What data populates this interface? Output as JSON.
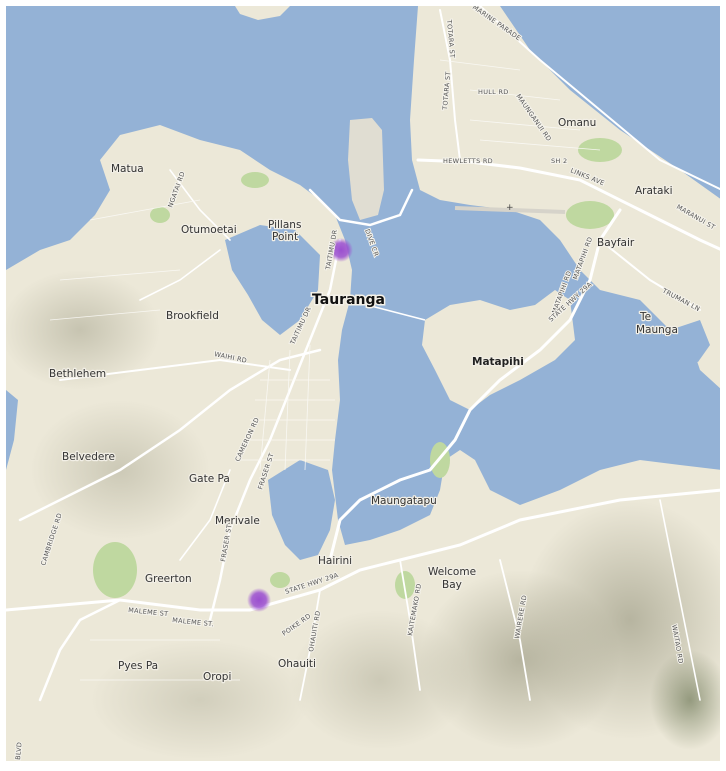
{
  "map": {
    "colors": {
      "water": "#94b2d6",
      "land": "#ece8d8",
      "park": "#bfd8a0",
      "road": "#ffffff",
      "marker": "#9b4fd0"
    },
    "city_label": "Tauranga",
    "places": {
      "matua": "Matua",
      "otumoetai": "Otumoetai",
      "pillans": "Pillans",
      "point": "Point",
      "brookfield": "Brookfield",
      "bethlehem": "Bethlehem",
      "belvedere": "Belvedere",
      "gate_pa": "Gate Pa",
      "merivale": "Merivale",
      "greerton": "Greerton",
      "hairini": "Hairini",
      "maungatapu": "Maungatapu",
      "welcome": "Welcome",
      "bay": "Bay",
      "ohauiti": "Ohauiti",
      "pyes_pa": "Pyes Pa",
      "oropi": "Oropi",
      "matapihi": "Matapihi",
      "omanu": "Omanu",
      "arataki": "Arataki",
      "bayfair": "Bayfair",
      "te": "Te",
      "maunga": "Maunga"
    },
    "roads": {
      "hull_rd": "HULL RD",
      "hewletts_rd": "HEWLETTS RD",
      "maunganui_rd": "MAUNGANUI RD",
      "totara_st": "TOTARA ST",
      "totara_st_2": "TOTARA ST",
      "marine_parade": "MARINE PARADE",
      "sh2": "SH 2",
      "links_ave": "LINKS AVE",
      "maranui_st": "MARANUI ST",
      "truman_ln": "TRUMAN LN",
      "matapihi_rd_1": "MATAPIHI RD",
      "matapihi_rd_2": "MATAPIHI RD",
      "state_hwy_29a_1": "STATE HWY 29A",
      "state_hwy_29a_2": "STATE HWY 29A",
      "taitimu_dr_1": "TAITIMU DR",
      "taitimu_dr_2": "TAITIMU DR",
      "dive_cr": "DIVE CR",
      "ngatai_rd": "NGATAI RD",
      "waihi_rd": "WAIHI RD",
      "cameron_rd": "CAMERON RD",
      "fraser_st_1": "FRASER ST",
      "fraser_st_2": "FRASER ST",
      "cambridge_rd": "CAMBRIDGE RD",
      "maleme_st": "MALEME ST",
      "maleme_st_2": "MALEME ST.",
      "poike_rd": "POIKE RD",
      "ohauiti_rd": "OHAUITI RD",
      "kaitemako_rd": "KAITEMAKO RD",
      "waitaha_rd": "WAITAO RD",
      "wairere_rd": "WAIRERE RD",
      "blvd": "BLVD"
    },
    "markers": [
      {
        "name": "marker-city-centre"
      },
      {
        "name": "marker-greerton"
      }
    ]
  }
}
